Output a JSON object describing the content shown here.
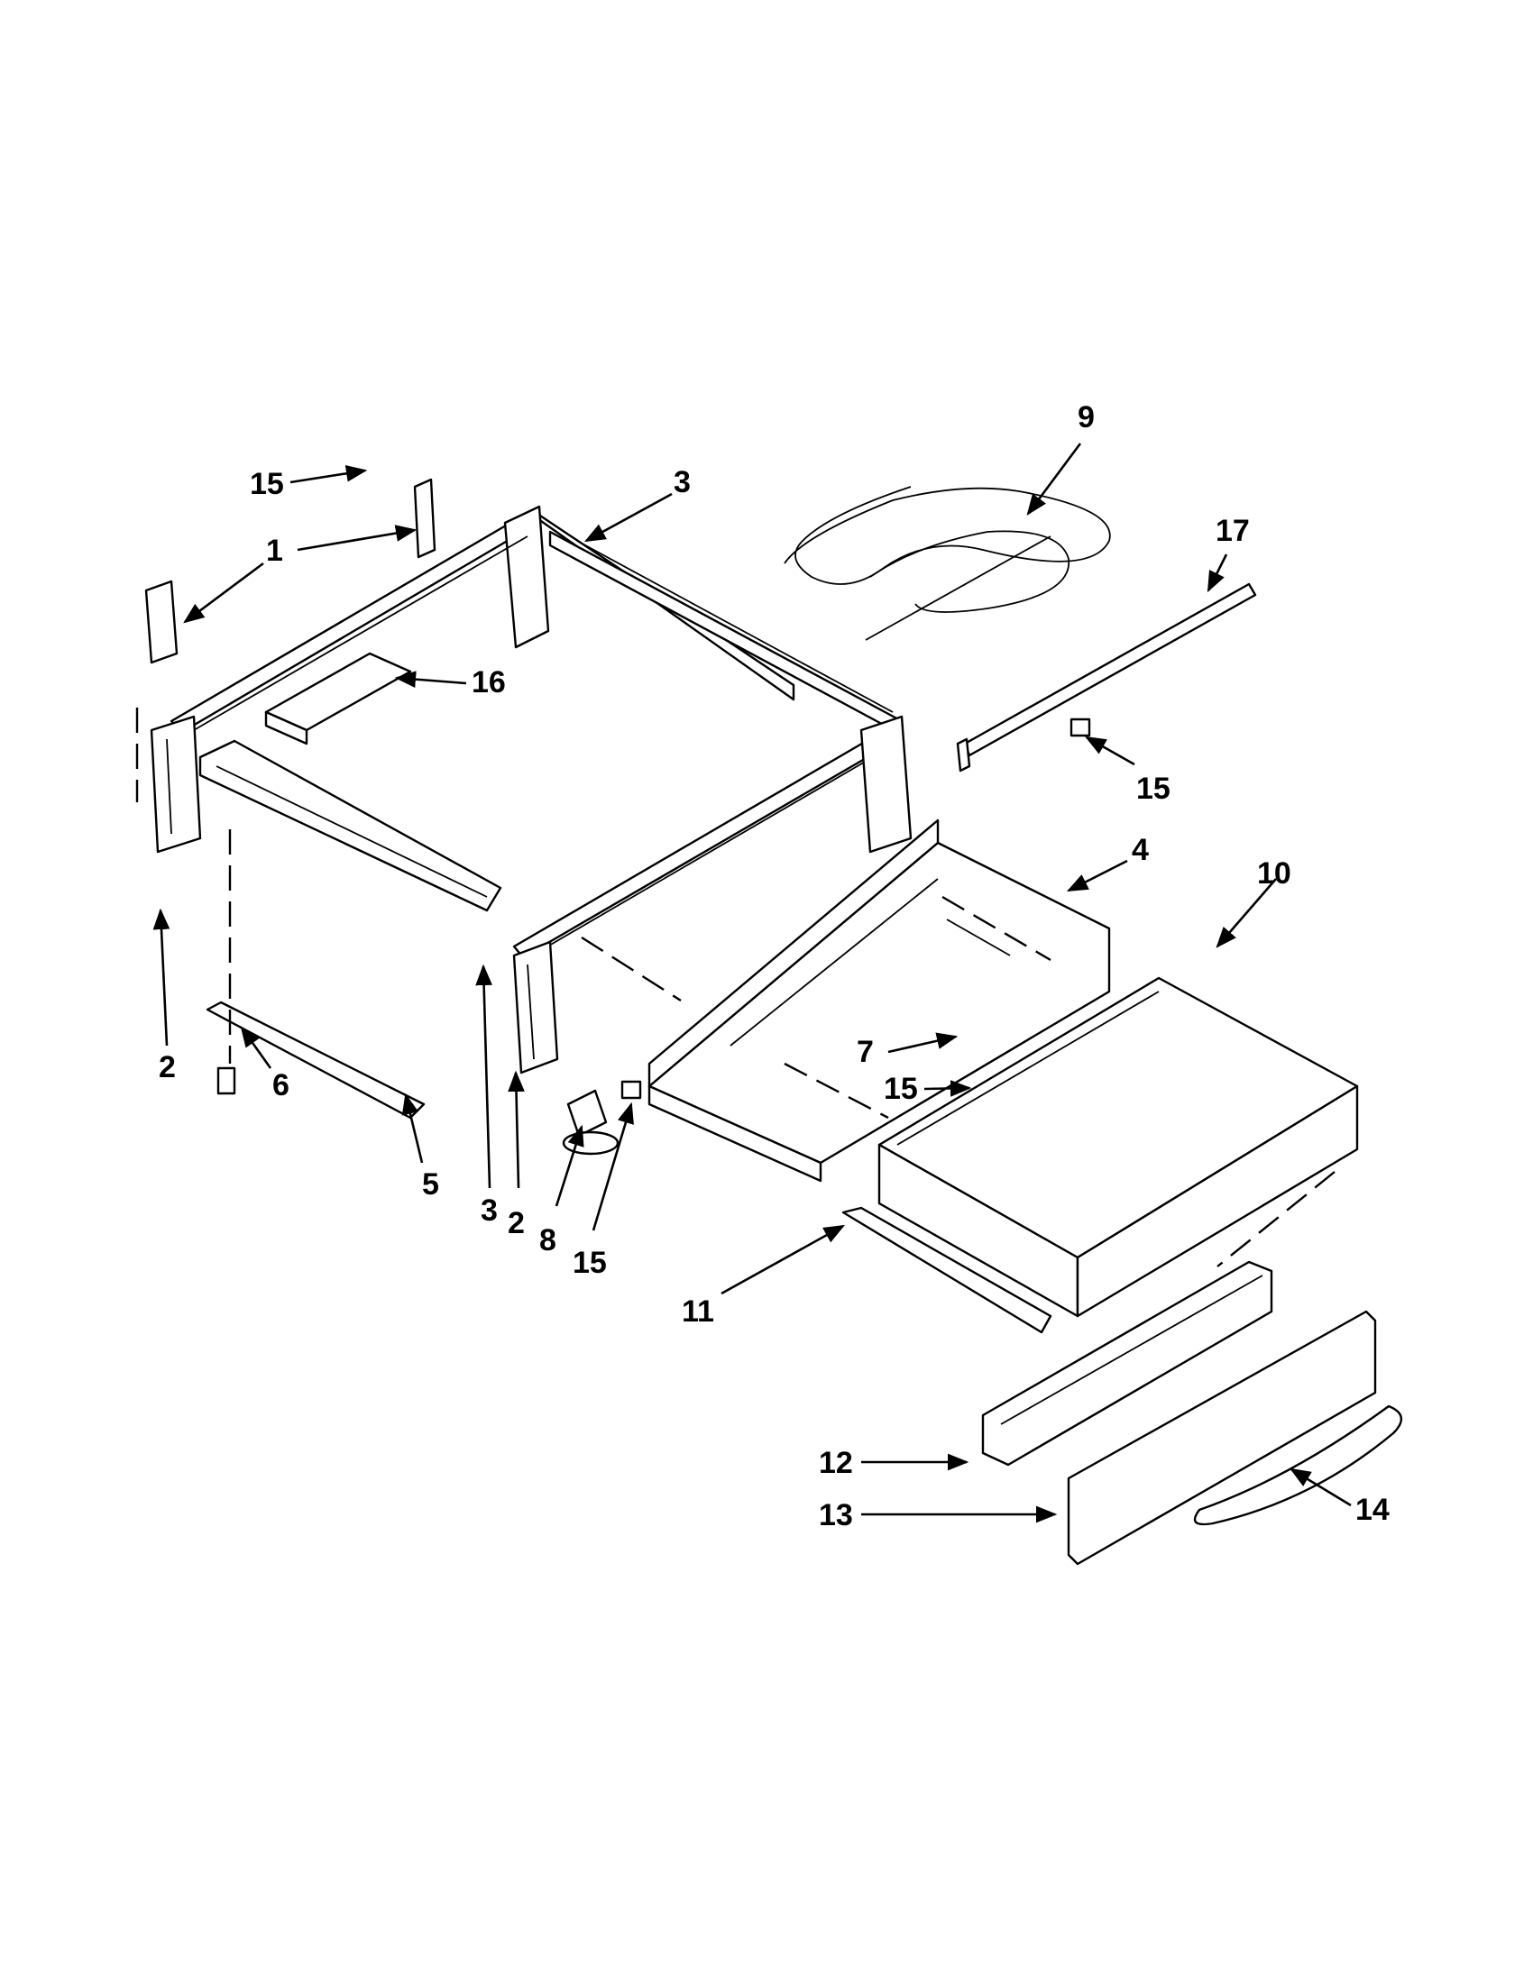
{
  "diagram": {
    "type": "exploded-parts-view",
    "callouts": [
      {
        "id": "c15a",
        "text": "15"
      },
      {
        "id": "c1",
        "text": "1"
      },
      {
        "id": "c3a",
        "text": "3"
      },
      {
        "id": "c9",
        "text": "9"
      },
      {
        "id": "c17",
        "text": "17"
      },
      {
        "id": "c16",
        "text": "16"
      },
      {
        "id": "c15b",
        "text": "15"
      },
      {
        "id": "c4",
        "text": "4"
      },
      {
        "id": "c10",
        "text": "10"
      },
      {
        "id": "c2a",
        "text": "2"
      },
      {
        "id": "c6",
        "text": "6"
      },
      {
        "id": "c5",
        "text": "5"
      },
      {
        "id": "c7",
        "text": "7"
      },
      {
        "id": "c15c",
        "text": "15"
      },
      {
        "id": "c3b",
        "text": "3"
      },
      {
        "id": "c2b",
        "text": "2"
      },
      {
        "id": "c8",
        "text": "8"
      },
      {
        "id": "c15d",
        "text": "15"
      },
      {
        "id": "c11",
        "text": "11"
      },
      {
        "id": "c12",
        "text": "12"
      },
      {
        "id": "c13",
        "text": "13"
      },
      {
        "id": "c14",
        "text": "14"
      }
    ]
  }
}
